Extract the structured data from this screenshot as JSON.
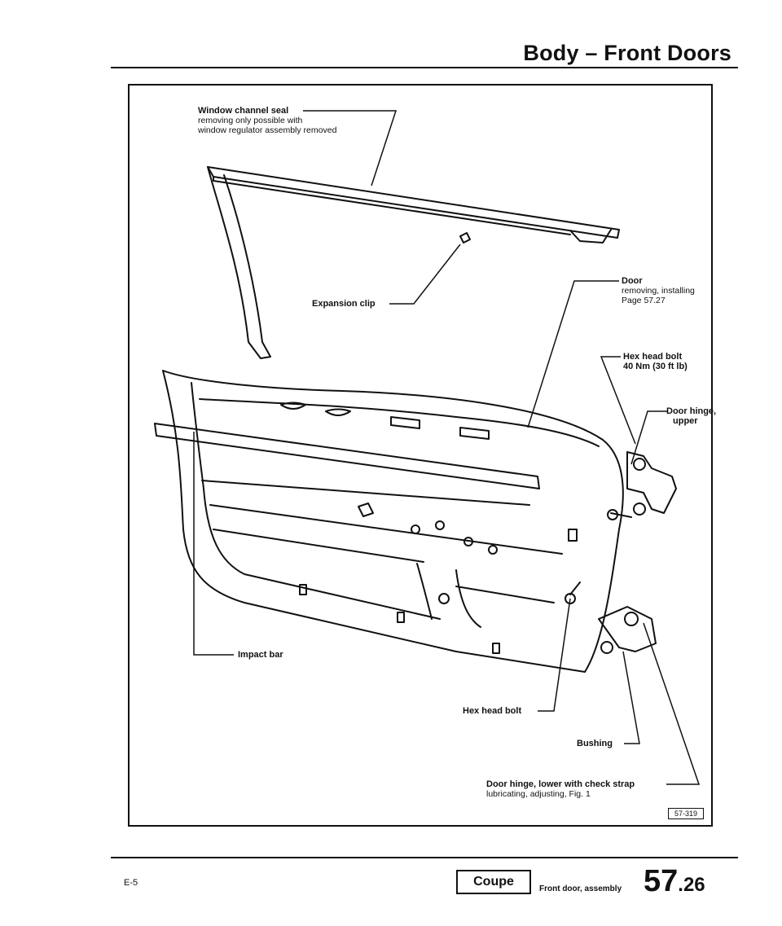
{
  "header": {
    "title": "Body – Front Doors"
  },
  "labels": {
    "window_channel_seal": {
      "title": "Window channel seal",
      "note1": "removing only possible with",
      "note2": "window regulator assembly removed"
    },
    "expansion_clip": "Expansion clip",
    "door": {
      "title": "Door",
      "note1": "removing, installing",
      "note2": "Page 57.27"
    },
    "hex_head_bolt_top": {
      "title": "Hex head bolt",
      "note": "40 Nm (30 ft lb)"
    },
    "door_hinge_upper": {
      "line1": "Door hinge,",
      "line2": "upper"
    },
    "impact_bar": "Impact bar",
    "hex_head_bolt_bottom": "Hex head bolt",
    "bushing": "Bushing",
    "door_hinge_lower": {
      "title": "Door hinge, lower with check strap",
      "note": "lubricating, adjusting, Fig. 1"
    }
  },
  "figure_ref": "57-319",
  "footer": {
    "code": "E-5",
    "model": "Coupe",
    "section": "Front door, assembly",
    "page_major": "57",
    "page_minor": ".26"
  }
}
